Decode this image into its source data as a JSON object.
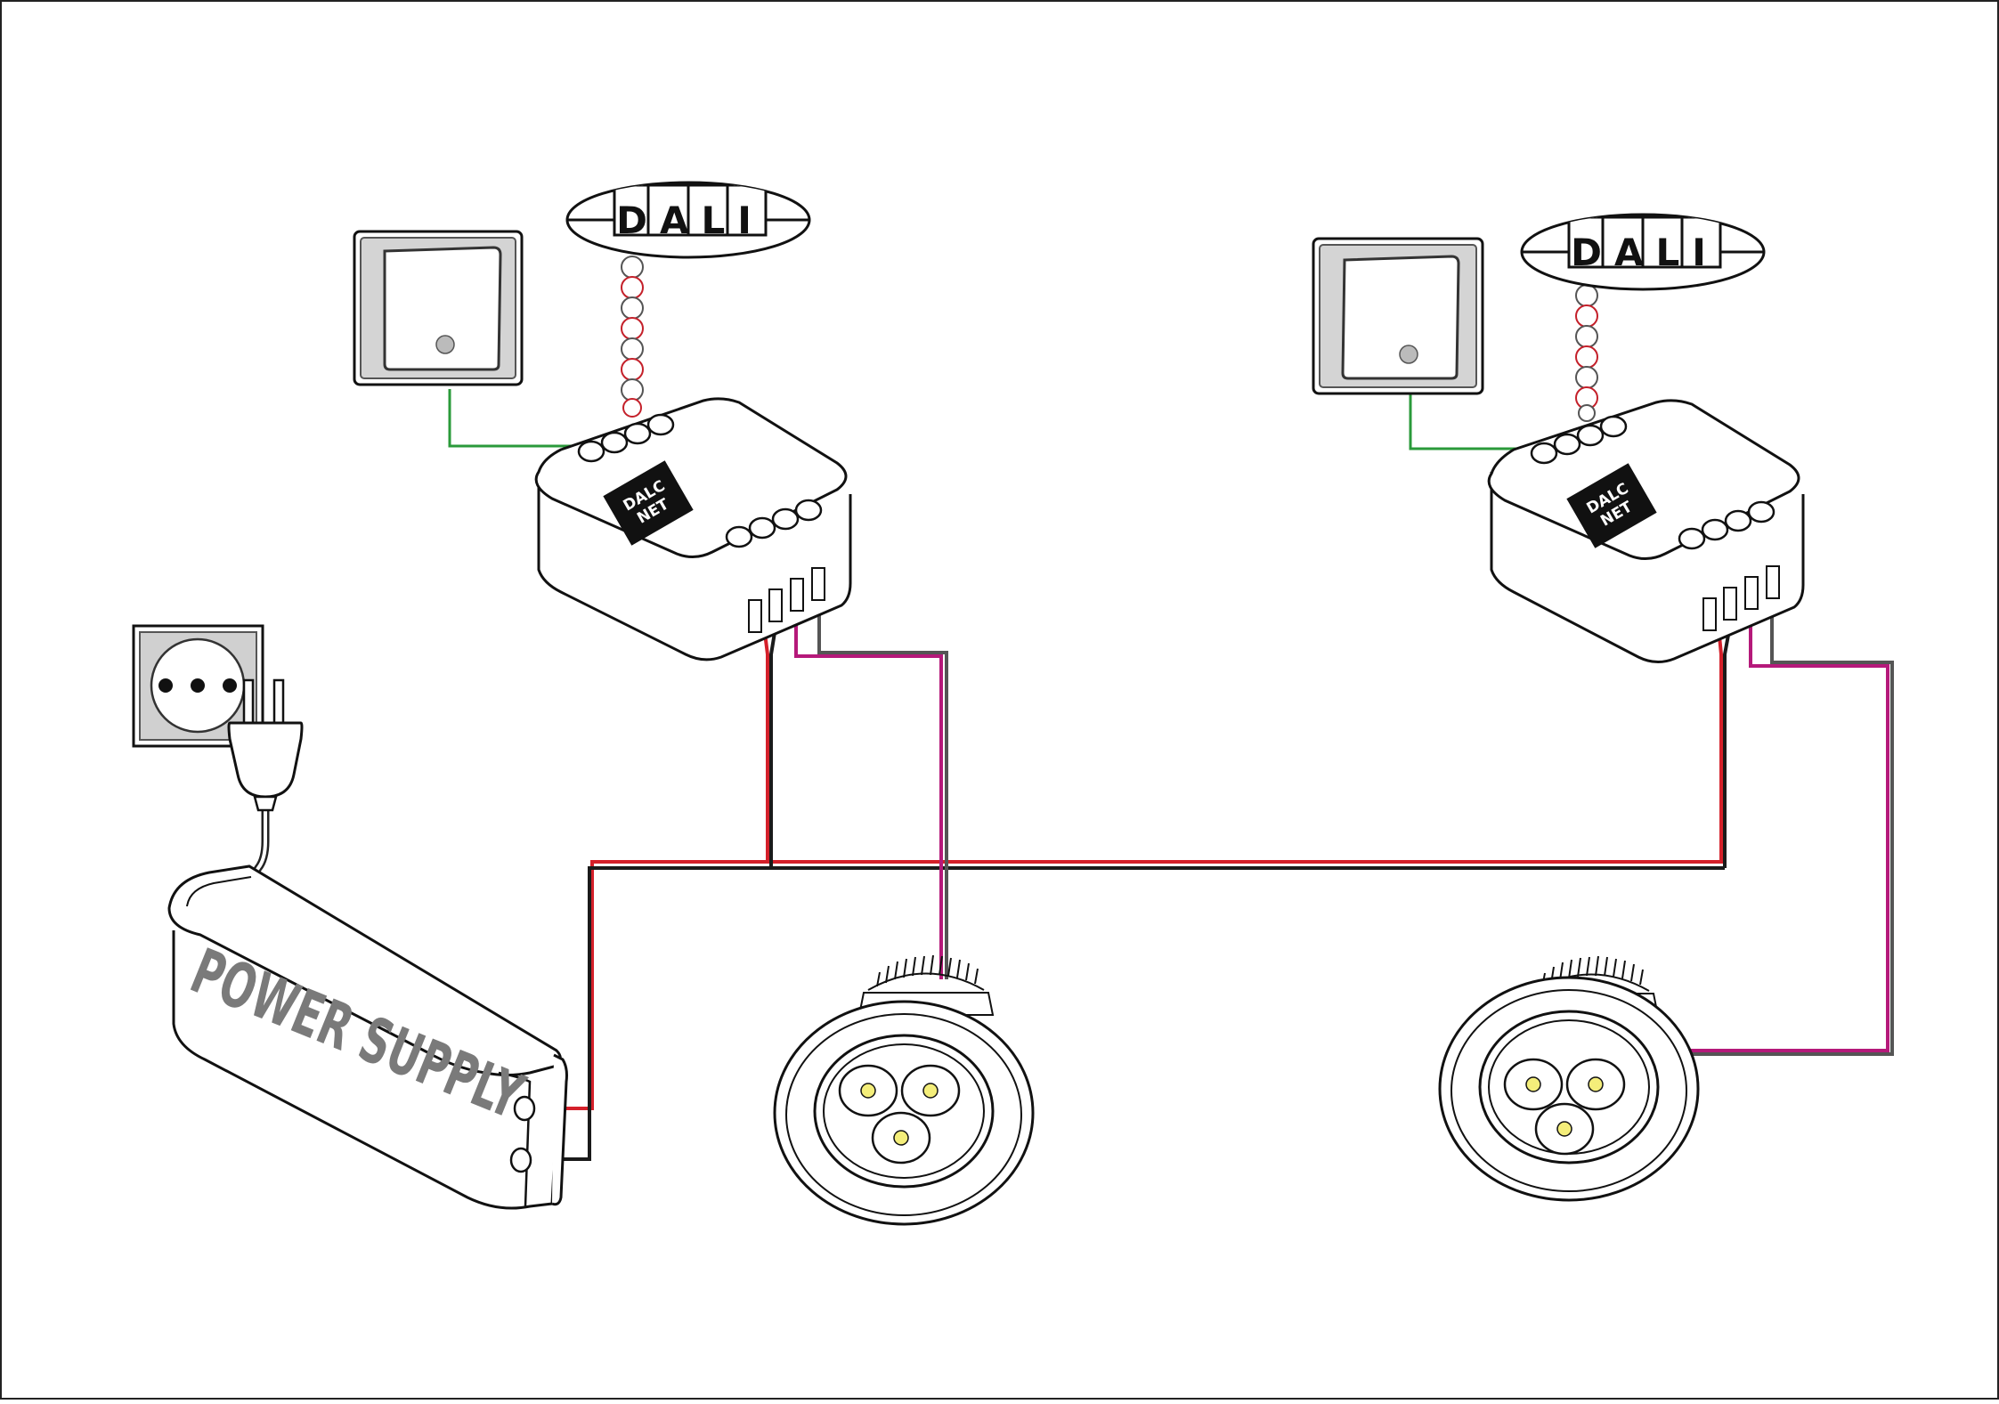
{
  "power_supply": {
    "label": "POWER SUPPLY"
  },
  "controllers": [
    {
      "dali_label": "DALI",
      "module_label_line1": "DALC",
      "module_label_line2": "NET"
    },
    {
      "dali_label": "DALI",
      "module_label_line1": "DALC",
      "module_label_line2": "NET"
    }
  ],
  "colors": {
    "wire_red": "#d4202a",
    "wire_black": "#1a1a1a",
    "wire_magenta": "#b5197a",
    "wire_grey": "#555555",
    "wire_green": "#2a9a3a",
    "bus_chain": "#c4202a",
    "panel_grey": "#d4d4d4"
  }
}
